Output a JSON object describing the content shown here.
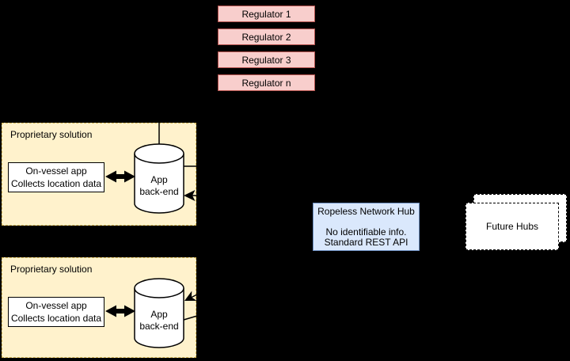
{
  "diagram": {
    "background": "#000000",
    "regulators": [
      {
        "label": "Regulator 1"
      },
      {
        "label": "Regulator 2"
      },
      {
        "label": "Regulator 3"
      },
      {
        "label": "Regulator n"
      }
    ],
    "proprietary_groups": [
      {
        "label": "Proprietary solution",
        "vessel_app": {
          "line1": "On-vessel app",
          "line2": "Collects location data"
        },
        "backend": {
          "line1": "App",
          "line2": "back-end"
        }
      },
      {
        "label": "Proprietary solution",
        "vessel_app": {
          "line1": "On-vessel app",
          "line2": "Collects location data"
        },
        "backend": {
          "line1": "App",
          "line2": "back-end"
        }
      }
    ],
    "hub": {
      "lines": [
        "Ropeless Network Hub",
        "",
        "No identifiable info.",
        "Standard REST API"
      ]
    },
    "future_hubs": {
      "label": "Future Hubs"
    },
    "colors": {
      "regulator_fill": "#f8cecc",
      "regulator_border": "#b85450",
      "group_fill": "#fff2cc",
      "group_border": "#d6b656",
      "hub_fill": "#dae8fc",
      "hub_border": "#6c8ebf",
      "node_fill": "#ffffff",
      "connector": "#000000"
    }
  }
}
